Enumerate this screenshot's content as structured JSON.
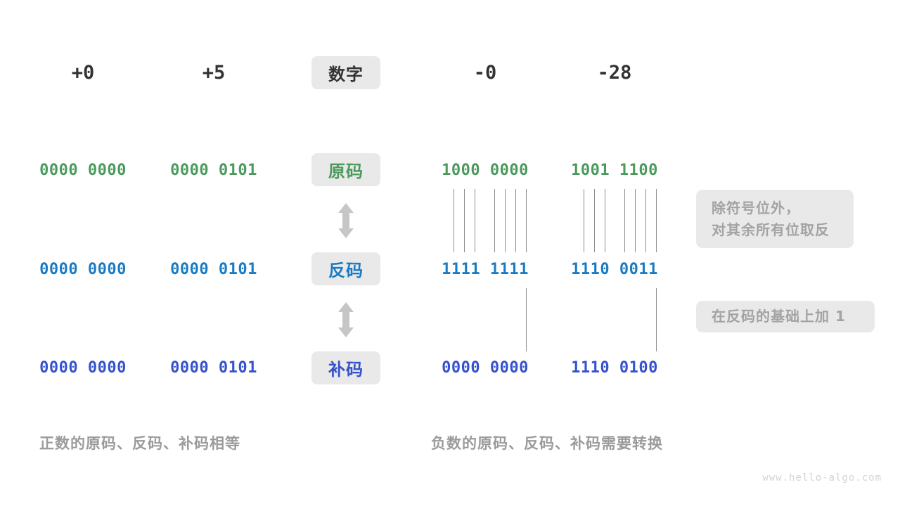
{
  "diagram": {
    "title_row_label": "数字",
    "columns": [
      {
        "key": "plus0",
        "header": "+0",
        "side": "positive"
      },
      {
        "key": "plus5",
        "header": "+5",
        "side": "positive"
      },
      {
        "key": "minus0",
        "header": "-0",
        "side": "negative"
      },
      {
        "key": "minus28",
        "header": "-28",
        "side": "negative"
      }
    ],
    "rows": [
      {
        "key": "sign_magnitude",
        "label": "原码",
        "color": "#4a9a5c",
        "values": {
          "plus0": "0000 0000",
          "plus5": "0000 0101",
          "minus0": "1000 0000",
          "minus28": "1001 1100"
        }
      },
      {
        "key": "ones_complement",
        "label": "反码",
        "color": "#1a7bc4",
        "values": {
          "plus0": "0000 0000",
          "plus5": "0000 0101",
          "minus0": "1111 1111",
          "minus28": "1110 0011"
        }
      },
      {
        "key": "twos_complement",
        "label": "补码",
        "color": "#3552cc",
        "values": {
          "plus0": "0000 0000",
          "plus5": "0000 0101",
          "minus0": "0000 0000",
          "minus28": "1110 0100"
        }
      }
    ],
    "notes": [
      {
        "key": "invert",
        "lines": [
          "除符号位外，",
          "对其余所有位取反"
        ]
      },
      {
        "key": "plus_one",
        "lines": [
          "在反码的基础上加 1"
        ]
      }
    ],
    "captions": {
      "positive": "正数的原码、反码、补码相等",
      "negative": "负数的原码、反码、补码需要转换"
    },
    "arrows": [
      {
        "key": "arrow-sm-oc",
        "icon": "double-arrow-vertical",
        "color": "#c6c6c6"
      },
      {
        "key": "arrow-oc-tc",
        "icon": "double-arrow-vertical",
        "color": "#c6c6c6"
      }
    ],
    "watermark": "www.hello-algo.com",
    "palette": {
      "chip_bg": "#e9e9e9",
      "note_bg": "#e9e9e9",
      "note_text": "#a3a3a3",
      "caption_text": "#9b9b9b",
      "connector_line": "#8d8d8d",
      "header_text": "#333333",
      "background": "#ffffff"
    }
  }
}
